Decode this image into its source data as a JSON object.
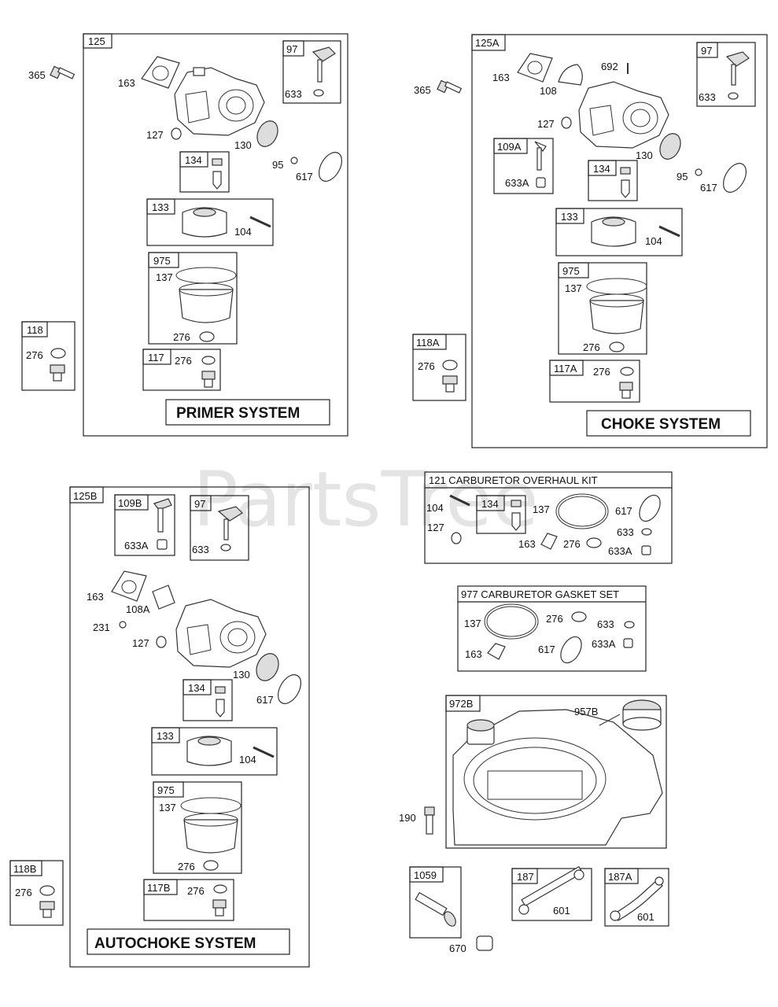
{
  "watermark": "PartsTree",
  "primer": {
    "title": "PRIMER SYSTEM",
    "group": "125",
    "labels": {
      "p365": "365",
      "p163": "163",
      "p127": "127",
      "p130": "130",
      "p95": "95",
      "p617": "617",
      "p104": "104",
      "p137": "137",
      "p276a": "276",
      "p276b": "276",
      "p276c": "276",
      "p633": "633"
    },
    "boxes": {
      "b97": "97",
      "b134": "134",
      "b133": "133",
      "b975": "975",
      "b118": "118",
      "b117": "117"
    }
  },
  "choke": {
    "title": "CHOKE SYSTEM",
    "group": "125A",
    "labels": {
      "p365": "365",
      "p163": "163",
      "p108": "108",
      "p692": "692",
      "p127": "127",
      "p130": "130",
      "p95": "95",
      "p617": "617",
      "p104": "104",
      "p137": "137",
      "p276a": "276",
      "p276b": "276",
      "p276c": "276",
      "p633": "633",
      "p633a": "633A"
    },
    "boxes": {
      "b97": "97",
      "b109a": "109A",
      "b134": "134",
      "b133": "133",
      "b975": "975",
      "b118a": "118A",
      "b117a": "117A"
    }
  },
  "autochoke": {
    "title": "AUTOCHOKE SYSTEM",
    "group": "125B",
    "labels": {
      "p163": "163",
      "p108a": "108A",
      "p231": "231",
      "p127": "127",
      "p130": "130",
      "p617": "617",
      "p104": "104",
      "p137": "137",
      "p276a": "276",
      "p276b": "276",
      "p276c": "276",
      "p633": "633",
      "p633a": "633A"
    },
    "boxes": {
      "b109b": "109B",
      "b97": "97",
      "b134": "134",
      "b133": "133",
      "b975": "975",
      "b118b": "118B",
      "b117b": "117B"
    }
  },
  "overhaul_kit": {
    "title": "121 CARBURETOR OVERHAUL KIT",
    "labels": {
      "p104": "104",
      "p127": "127",
      "p134": "134",
      "p137": "137",
      "p617": "617",
      "p633": "633",
      "p163": "163",
      "p276": "276",
      "p633a": "633A"
    }
  },
  "gasket_set": {
    "title": "977 CARBURETOR GASKET SET",
    "labels": {
      "p137": "137",
      "p276": "276",
      "p633": "633",
      "p163": "163",
      "p617": "617",
      "p633a": "633A"
    }
  },
  "tank": {
    "group": "972B",
    "labels": {
      "p957b": "957B",
      "p190": "190"
    }
  },
  "misc": {
    "b1059": "1059",
    "p670": "670",
    "b187": "187",
    "p601a": "601",
    "b187a": "187A",
    "p601b": "601"
  }
}
